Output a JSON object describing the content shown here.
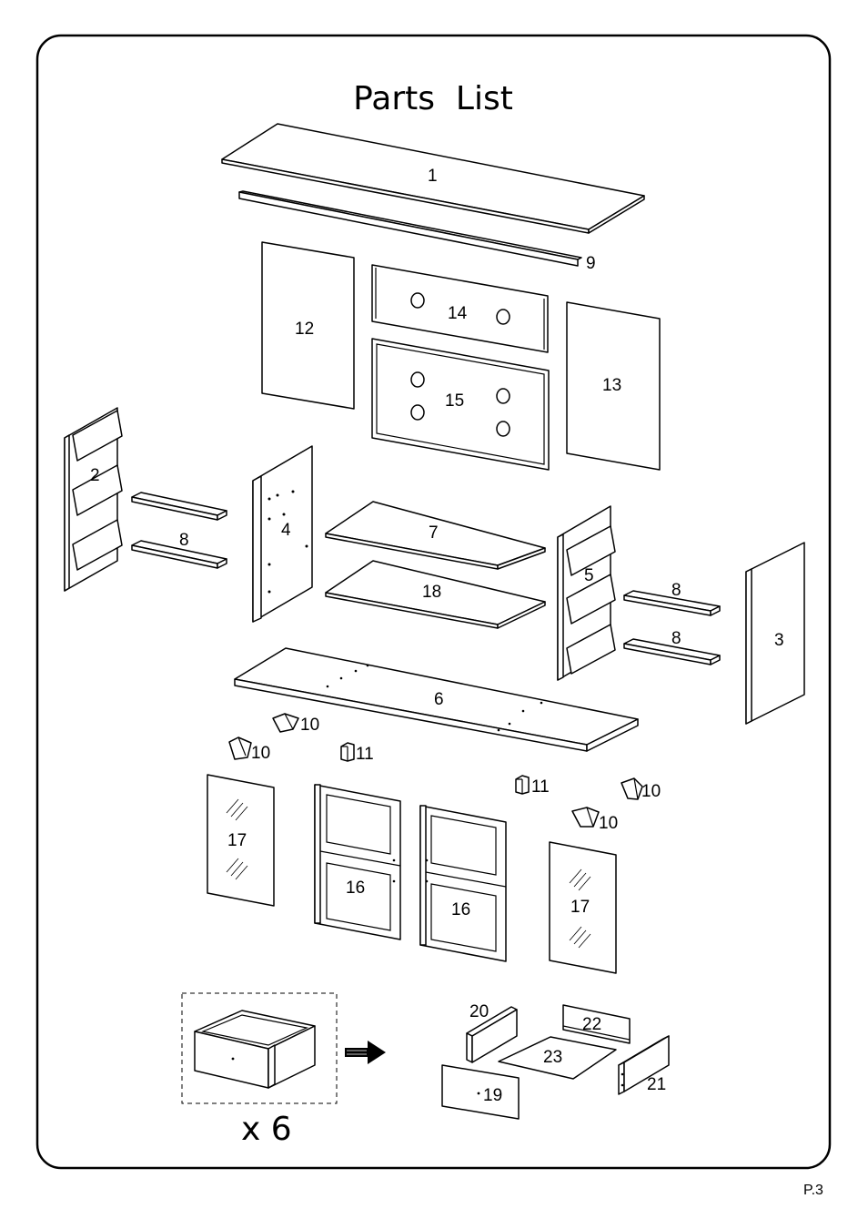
{
  "title": "Parts  List",
  "page_number": "P.3",
  "drawer_multiplier": "x 6",
  "parts": {
    "p1": "1",
    "p2": "2",
    "p3": "3",
    "p4": "4",
    "p5": "5",
    "p6": "6",
    "p7": "7",
    "p8a": "8",
    "p8b": "8",
    "p8c": "8",
    "p9": "9",
    "p10a": "10",
    "p10b": "10",
    "p10c": "10",
    "p10d": "10",
    "p11a": "11",
    "p11b": "11",
    "p12": "12",
    "p13": "13",
    "p14": "14",
    "p15": "15",
    "p16a": "16",
    "p16b": "16",
    "p17a": "17",
    "p17b": "17",
    "p18": "18",
    "p19": "19",
    "p20": "20",
    "p21": "21",
    "p22": "22",
    "p23": "23"
  }
}
